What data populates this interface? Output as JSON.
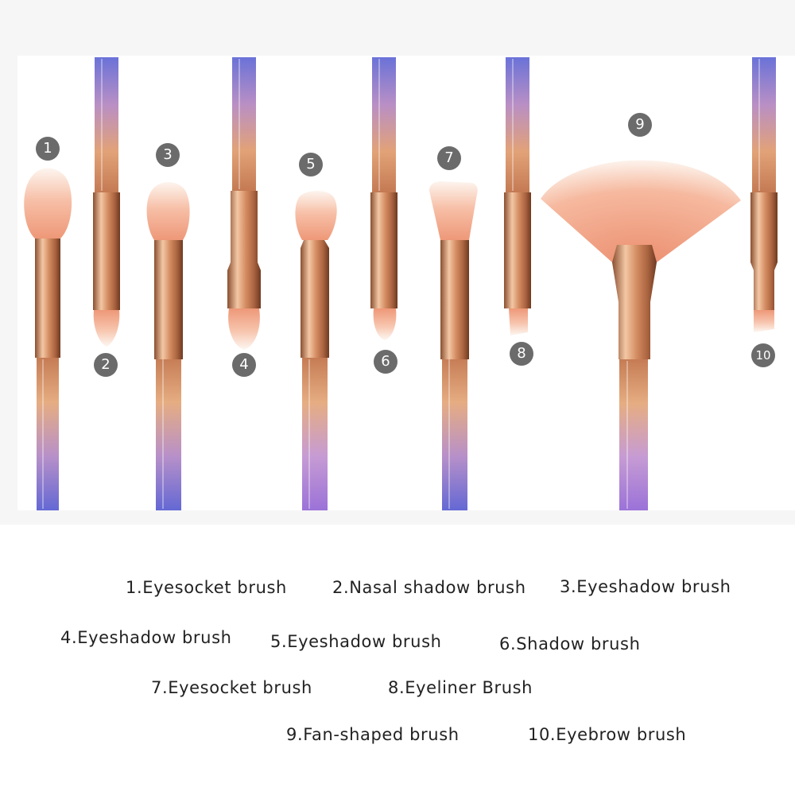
{
  "badges": [
    "1",
    "2",
    "3",
    "4",
    "5",
    "6",
    "7",
    "8",
    "9",
    "10"
  ],
  "captions": [
    "1.Eyesocket brush",
    "2.Nasal shadow brush",
    "3.Eyeshadow brush",
    "4.Eyeshadow brush",
    "5.Eyeshadow brush",
    "6.Shadow brush",
    "7.Eyesocket brush",
    "8.Eyeliner Brush",
    "9.Fan-shaped brush",
    "10.Eyebrow brush"
  ],
  "colors": {
    "ferrule": "#c9845f",
    "bristle_tip": "#fbeee6",
    "bristle_base": "#f2a487",
    "handle_gold": "#d89a6c",
    "handle_purple": "#7b6fd6",
    "badge": "#6b6b6b"
  }
}
